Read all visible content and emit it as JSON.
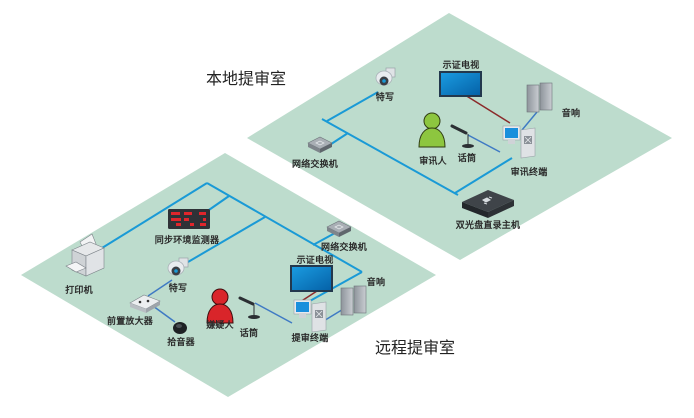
{
  "colors": {
    "platform": "#bddccd",
    "network_line": "#1a9ad6",
    "av_line": "#3f7ac4",
    "video_line": "#8b2a2a",
    "interrogator": "#8dc63f",
    "suspect": "#d9252a",
    "tv_screen": "#0a7cc4"
  },
  "local_room": {
    "title": "本地提审室",
    "devices": {
      "camera": "特写",
      "tv": "示证电视",
      "speaker": "音响",
      "switch": "网络交换机",
      "person": "审讯人",
      "mic": "话筒",
      "terminal": "审讯终端",
      "recorder": "双光盘直录主机"
    }
  },
  "remote_room": {
    "title": "远程提审室",
    "devices": {
      "printer": "打印机",
      "env_monitor": "同步环境监测器",
      "switch": "网络交换机",
      "camera": "特写",
      "tv": "示证电视",
      "speaker": "音响",
      "preamp": "前置放大器",
      "pickup": "拾音器",
      "person": "嫌疑人",
      "mic": "话筒",
      "terminal": "提审终端"
    }
  }
}
